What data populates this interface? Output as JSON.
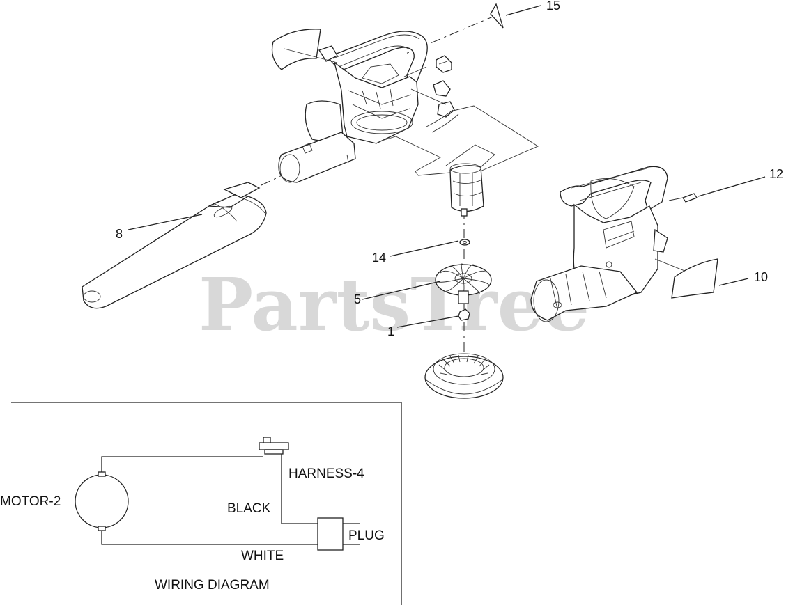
{
  "watermark": "PartsTree",
  "callouts": {
    "c15": "15",
    "c12": "12",
    "c8": "8",
    "c14": "14",
    "c10": "10",
    "c5": "5",
    "c1": "1"
  },
  "wiring": {
    "motor": "MOTOR-2",
    "harness": "HARNESS-4",
    "black": "BLACK",
    "plug": "PLUG",
    "white": "WHITE",
    "title": "WIRING DIAGRAM"
  }
}
